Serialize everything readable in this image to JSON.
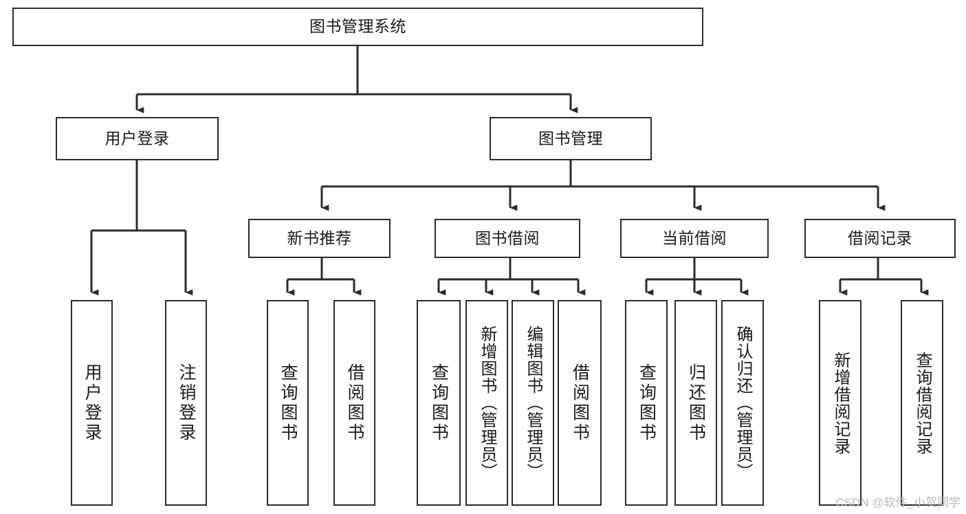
{
  "diagram": {
    "type": "tree-hierarchy-chart",
    "title": "图书管理系统",
    "colors": {
      "box_border": "#2b2b2b",
      "box_fill": "#ffffff",
      "connector": "#2b2b2b",
      "text": "#1a1a1a",
      "watermark": "#b9b9b9",
      "background": "#ffffff"
    },
    "nodes": {
      "root": {
        "label": "图书管理系统"
      },
      "level2": [
        {
          "id": "user-login",
          "label": "用户登录"
        },
        {
          "id": "book-management",
          "label": "图书管理"
        }
      ],
      "level3": [
        {
          "id": "new-book-recommend",
          "label": "新书推荐"
        },
        {
          "id": "book-borrow",
          "label": "图书借阅"
        },
        {
          "id": "current-borrow",
          "label": "当前借阅"
        },
        {
          "id": "borrow-record",
          "label": "借阅记录"
        }
      ],
      "leaves": {
        "user-login": [
          {
            "id": "leaf-user-login",
            "label": "用户登录"
          },
          {
            "id": "leaf-logout-login",
            "label": "注销登录"
          }
        ],
        "new-book-recommend": [
          {
            "id": "leaf-query-book-1",
            "label": "查询图书"
          },
          {
            "id": "leaf-borrow-book-1",
            "label": "借阅图书"
          }
        ],
        "book-borrow": [
          {
            "id": "leaf-query-book-2",
            "label": "查询图书"
          },
          {
            "id": "leaf-add-book-admin",
            "label": "新增图书（管理员）"
          },
          {
            "id": "leaf-edit-book-admin",
            "label": "编辑图书（管理员）"
          },
          {
            "id": "leaf-borrow-book-2",
            "label": "借阅图书"
          }
        ],
        "current-borrow": [
          {
            "id": "leaf-query-book-3",
            "label": "查询图书"
          },
          {
            "id": "leaf-return-book",
            "label": "归还图书"
          },
          {
            "id": "leaf-confirm-return-admin",
            "label": "确认归还（管理员）"
          }
        ],
        "borrow-record": [
          {
            "id": "leaf-add-borrow-record",
            "label": "新增借阅记录"
          },
          {
            "id": "leaf-query-borrow-record",
            "label": "查询借阅记录"
          }
        ]
      }
    },
    "watermark": "CSDN @软件_小贺同学"
  }
}
